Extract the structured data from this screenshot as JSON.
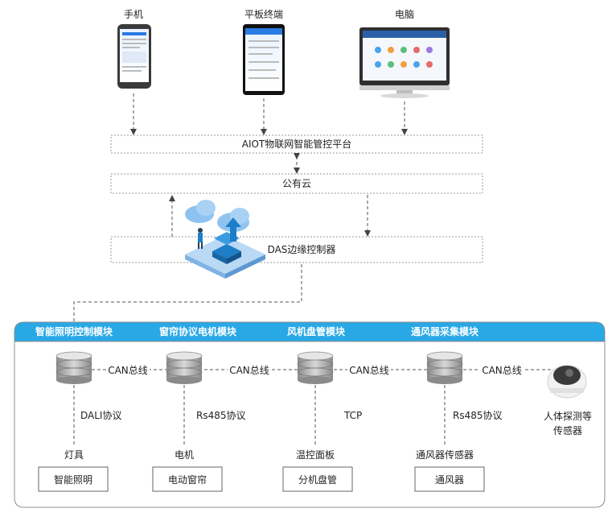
{
  "devices": {
    "phone": "手机",
    "tablet": "平板终端",
    "computer": "电脑"
  },
  "platform": "AIOT物联网智能管控平台",
  "cloud": "公有云",
  "edge": "DAS边缘控制器",
  "modules": [
    {
      "title": "智能照明控制模块",
      "protocol": "DALI协议",
      "device": "灯具",
      "system": "智能照明"
    },
    {
      "title": "窗帘协议电机模块",
      "protocol": "Rs485协议",
      "device": "电机",
      "system": "电动窗帘"
    },
    {
      "title": "风机盘管模块",
      "protocol": "TCP",
      "device": "温控面板",
      "system": "分机盘管"
    },
    {
      "title": "通风器采集模块",
      "protocol": "Rs485协议",
      "device": "通风器传感器",
      "system": "通风器"
    }
  ],
  "bus": [
    "CAN总线",
    "CAN总线",
    "CAN总线",
    "CAN总线"
  ],
  "sensor": {
    "line1": "人体探测等",
    "line2": "传感器"
  },
  "colors": {
    "header": "#29a8e6",
    "accent": "#1e7ec8"
  }
}
